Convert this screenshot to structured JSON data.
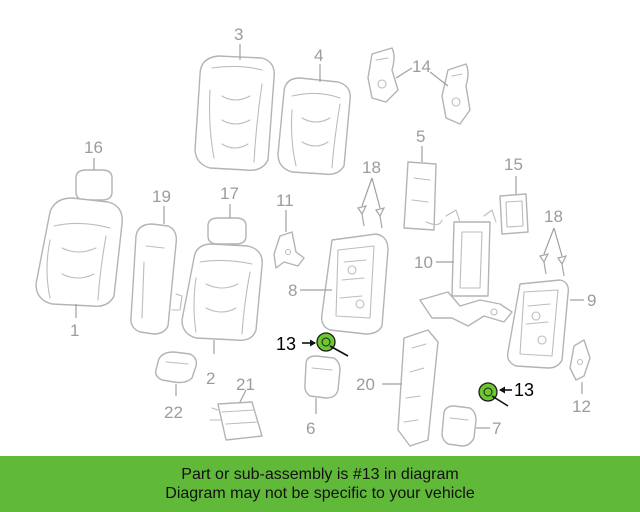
{
  "callouts": {
    "c1": "1",
    "c2": "2",
    "c3": "3",
    "c4": "4",
    "c5": "5",
    "c6": "6",
    "c7": "7",
    "c8": "8",
    "c9": "9",
    "c10": "10",
    "c11": "11",
    "c12": "12",
    "c13": "13",
    "c14": "14",
    "c15": "15",
    "c16": "16",
    "c17": "17",
    "c18": "18",
    "c19": "19",
    "c20": "20",
    "c21": "21",
    "c22": "22"
  },
  "highlighted_part": "13",
  "colors": {
    "banner": "#61b939",
    "highlight": "#6cc82e",
    "line_art": "#b4b4b4"
  },
  "banner": {
    "line1": "Part or sub-assembly is #13 in diagram",
    "line2": "Diagram may not be specific to your vehicle"
  }
}
